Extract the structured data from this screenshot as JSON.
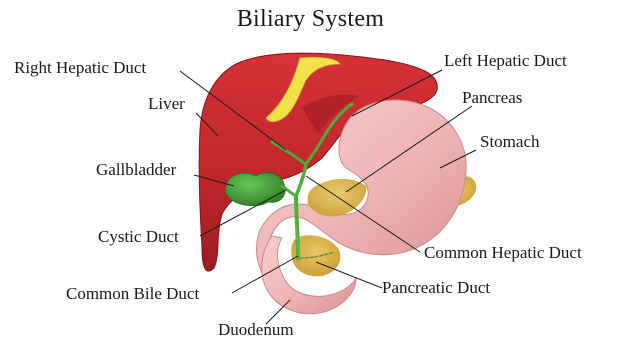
{
  "title": "Biliary System",
  "labels": {
    "right_hepatic_duct": "Right Hepatic Duct",
    "left_hepatic_duct": "Left Hepatic Duct",
    "liver": "Liver",
    "pancreas": "Pancreas",
    "stomach": "Stomach",
    "gallbladder": "Gallbladder",
    "cystic_duct": "Cystic Duct",
    "common_hepatic_duct": "Common Hepatic Duct",
    "common_bile_duct": "Common Bile Duct",
    "pancreatic_duct": "Pancreatic Duct",
    "duodenum": "Duodenum"
  },
  "colors": {
    "liver": "#c0272d",
    "liver_dark": "#8e1a1f",
    "stomach": "#f0b9b9",
    "stomach_shadow": "#d9908f",
    "pancreas": "#d8b24a",
    "gallbladder": "#3c9a2f",
    "ducts": "#4caf3a",
    "falciform": "#f2e24a"
  }
}
